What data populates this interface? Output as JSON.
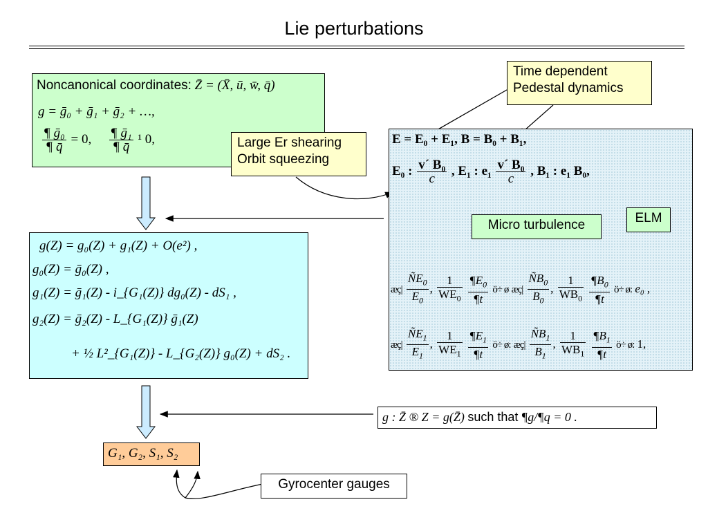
{
  "title": "Lie perturbations",
  "noncanonical": {
    "line1_label": "Noncanonical coordinates:",
    "line1_math": "Z̄ = (X̄, ū, w̄, q̄)",
    "line2": "g = ḡ₀ + ḡ₁ + ḡ₂ + …,",
    "line3_frac1_num": "¶ ḡ₀",
    "line3_frac1_den": "¶ q̄",
    "line3_mid": "= 0,",
    "line3_frac2_num": "¶ ḡ₁",
    "line3_frac2_den": "¶ q̄",
    "line3_end": "¹ 0,"
  },
  "callouts": {
    "time_dependent": "Time dependent\nPedestal dynamics",
    "large_er": "Large Er shearing\nOrbit squeezing",
    "micro_turbulence": "Micro turbulence",
    "elm": "ELM",
    "gyrocenter": "Gyrocenter gauges"
  },
  "fields": {
    "line1": "E = E₀ + E₁, B = B₀ + B₁,",
    "line2_E0": "E₀ :",
    "line2_frac_num": "v´ B₀",
    "line2_frac_den": "c",
    "line2_E1": ", E₁ : e₁",
    "line2_frac2_num": "v´ B₀",
    "line2_frac2_den": "c",
    "line2_B1": ", B₁ : e₁ B₀,",
    "block1_right": "e₀ ,",
    "block2_right": "1,"
  },
  "lie": {
    "l1": "g(Z) = g₀(Z) + g₁(Z) + O(e²) ,",
    "l2": "g₀(Z) = ḡ₀(Z) ,",
    "l3": "g₁(Z) = ḡ₁(Z) - i_{G₁(Z)} dg₀(Z) - dS₁ ,",
    "l4": "g₂(Z) = ḡ₂(Z) - L_{G₁(Z)} ḡ₁(Z)",
    "l5": "+ ½ L²_{G₁(Z)} - L_{G₂(Z)} g₀(Z) + dS₂ ."
  },
  "mapping": {
    "prefix": "g : Z̄ ® Z = g(Z̄)",
    "such_that": "such that",
    "suffix": "¶g/¶q = 0 ."
  },
  "gauges": "G₁, G₂, S₁, S₂"
}
